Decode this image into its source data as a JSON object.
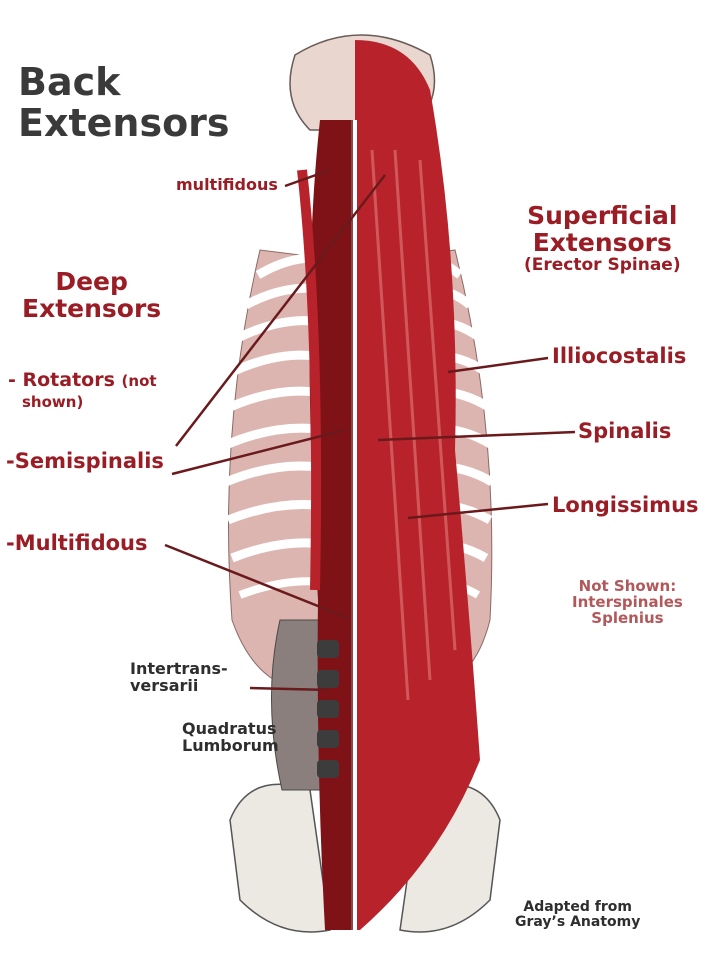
{
  "title": {
    "line1": "Back",
    "line2": "Extensors"
  },
  "deep": {
    "heading_line1": "Deep",
    "heading_line2": "Extensors",
    "rotators_line1": "- Rotators",
    "rotators_note": "(not",
    "rotators_line2": "shown)",
    "semispinalis": "-Semispinalis",
    "multifidous": "-Multifidous",
    "multifidous_small": "multifidous"
  },
  "superficial": {
    "heading_line1": "Superficial",
    "heading_line2": "Extensors",
    "heading_line3": "(Erector Spinae)",
    "illiocostalis": "Illiocostalis",
    "spinalis": "Spinalis",
    "longissimus": "Longissimus"
  },
  "not_shown": {
    "line1": "Not Shown:",
    "line2": "Interspinales",
    "line3": "Splenius"
  },
  "other": {
    "intertrans_line1": "Intertrans-",
    "intertrans_line2": "versarii",
    "quadratus_line1": "Quadratus",
    "quadratus_line2": "Lumborum"
  },
  "credit": {
    "line1": "Adapted from",
    "line2": "Gray’s Anatomy"
  },
  "colors": {
    "heading_dark": "#3a3a3a",
    "label_red": "#9a1c24",
    "label_pink": "#b2585a",
    "muscle_red": "#b8232b",
    "muscle_dark": "#7e1216",
    "muscle_light": "#d0585a",
    "rib_pink": "#e4b0aa",
    "bone": "#ece9e3"
  },
  "illustration": {
    "type": "anatomical-drawing",
    "subject": "posterior back muscles"
  }
}
